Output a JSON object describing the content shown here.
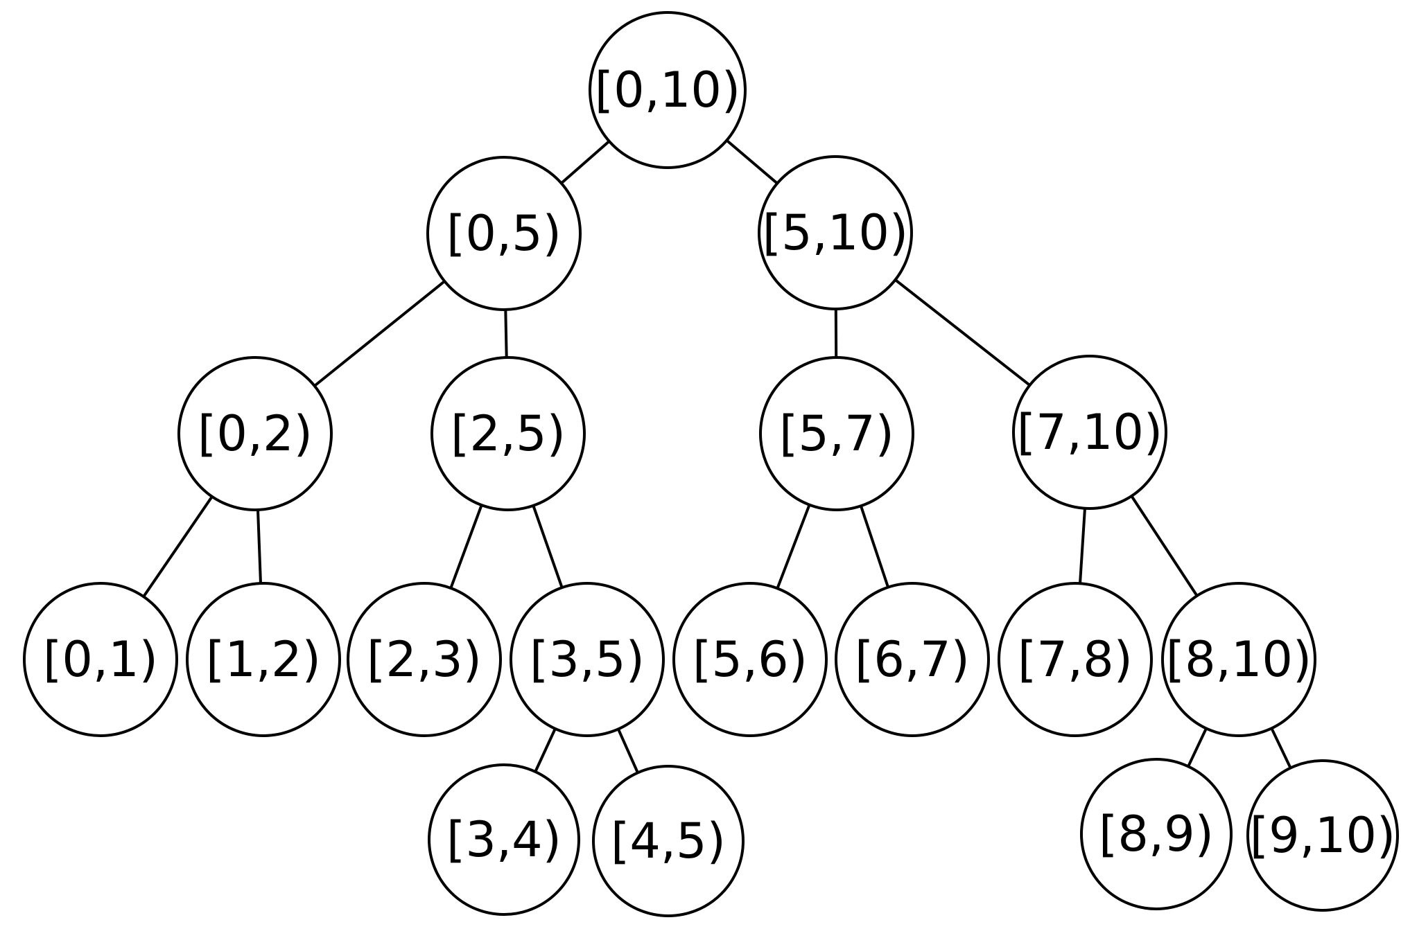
{
  "nodes": [
    {
      "id": "n-0-10",
      "label": "[0,10)"
    },
    {
      "id": "n-0-5",
      "label": "[0,5)"
    },
    {
      "id": "n-5-10",
      "label": "[5,10)"
    },
    {
      "id": "n-0-2",
      "label": "[0,2)"
    },
    {
      "id": "n-2-5",
      "label": "[2,5)"
    },
    {
      "id": "n-5-7",
      "label": "[5,7)"
    },
    {
      "id": "n-7-10",
      "label": "[7,10)"
    },
    {
      "id": "n-0-1",
      "label": "[0,1)"
    },
    {
      "id": "n-1-2",
      "label": "[1,2)"
    },
    {
      "id": "n-2-3",
      "label": "[2,3)"
    },
    {
      "id": "n-3-5",
      "label": "[3,5)"
    },
    {
      "id": "n-5-6",
      "label": "[5,6)"
    },
    {
      "id": "n-6-7",
      "label": "[6,7)"
    },
    {
      "id": "n-7-8",
      "label": "[7,8)"
    },
    {
      "id": "n-8-10",
      "label": "[8,10)"
    },
    {
      "id": "n-3-4",
      "label": "[3,4)"
    },
    {
      "id": "n-4-5",
      "label": "[4,5)"
    },
    {
      "id": "n-8-9",
      "label": "[8,9)"
    },
    {
      "id": "n-9-10",
      "label": "[9,10)"
    }
  ],
  "edges": [
    {
      "from": "n-0-10",
      "to": "n-0-5"
    },
    {
      "from": "n-0-10",
      "to": "n-5-10"
    },
    {
      "from": "n-0-5",
      "to": "n-0-2"
    },
    {
      "from": "n-0-5",
      "to": "n-2-5"
    },
    {
      "from": "n-5-10",
      "to": "n-5-7"
    },
    {
      "from": "n-5-10",
      "to": "n-7-10"
    },
    {
      "from": "n-0-2",
      "to": "n-0-1"
    },
    {
      "from": "n-0-2",
      "to": "n-1-2"
    },
    {
      "from": "n-2-5",
      "to": "n-2-3"
    },
    {
      "from": "n-2-5",
      "to": "n-3-5"
    },
    {
      "from": "n-5-7",
      "to": "n-5-6"
    },
    {
      "from": "n-5-7",
      "to": "n-6-7"
    },
    {
      "from": "n-7-10",
      "to": "n-7-8"
    },
    {
      "from": "n-7-10",
      "to": "n-8-10"
    },
    {
      "from": "n-3-5",
      "to": "n-3-4"
    },
    {
      "from": "n-3-5",
      "to": "n-4-5"
    },
    {
      "from": "n-8-10",
      "to": "n-8-9"
    },
    {
      "from": "n-8-10",
      "to": "n-9-10"
    }
  ]
}
